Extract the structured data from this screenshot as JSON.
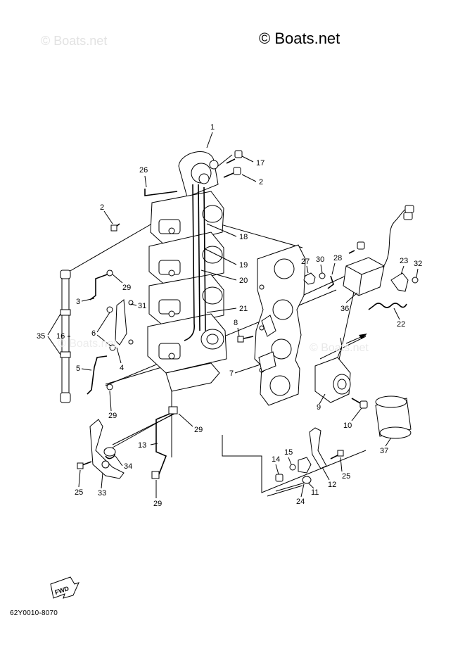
{
  "watermark": {
    "main": "© Boats.net",
    "faint": "© Boats.net"
  },
  "drawing_code": "62Y0010-8070",
  "fwd_label": "FWD",
  "callouts": [
    "1",
    "2",
    "2",
    "3",
    "4",
    "5",
    "6",
    "7",
    "8",
    "9",
    "10",
    "11",
    "12",
    "13",
    "14",
    "15",
    "16",
    "17",
    "18",
    "19",
    "20",
    "21",
    "22",
    "23",
    "24",
    "25",
    "25",
    "26",
    "27",
    "28",
    "29",
    "29",
    "29",
    "29",
    "30",
    "31",
    "32",
    "33",
    "34",
    "35",
    "36",
    "37"
  ]
}
